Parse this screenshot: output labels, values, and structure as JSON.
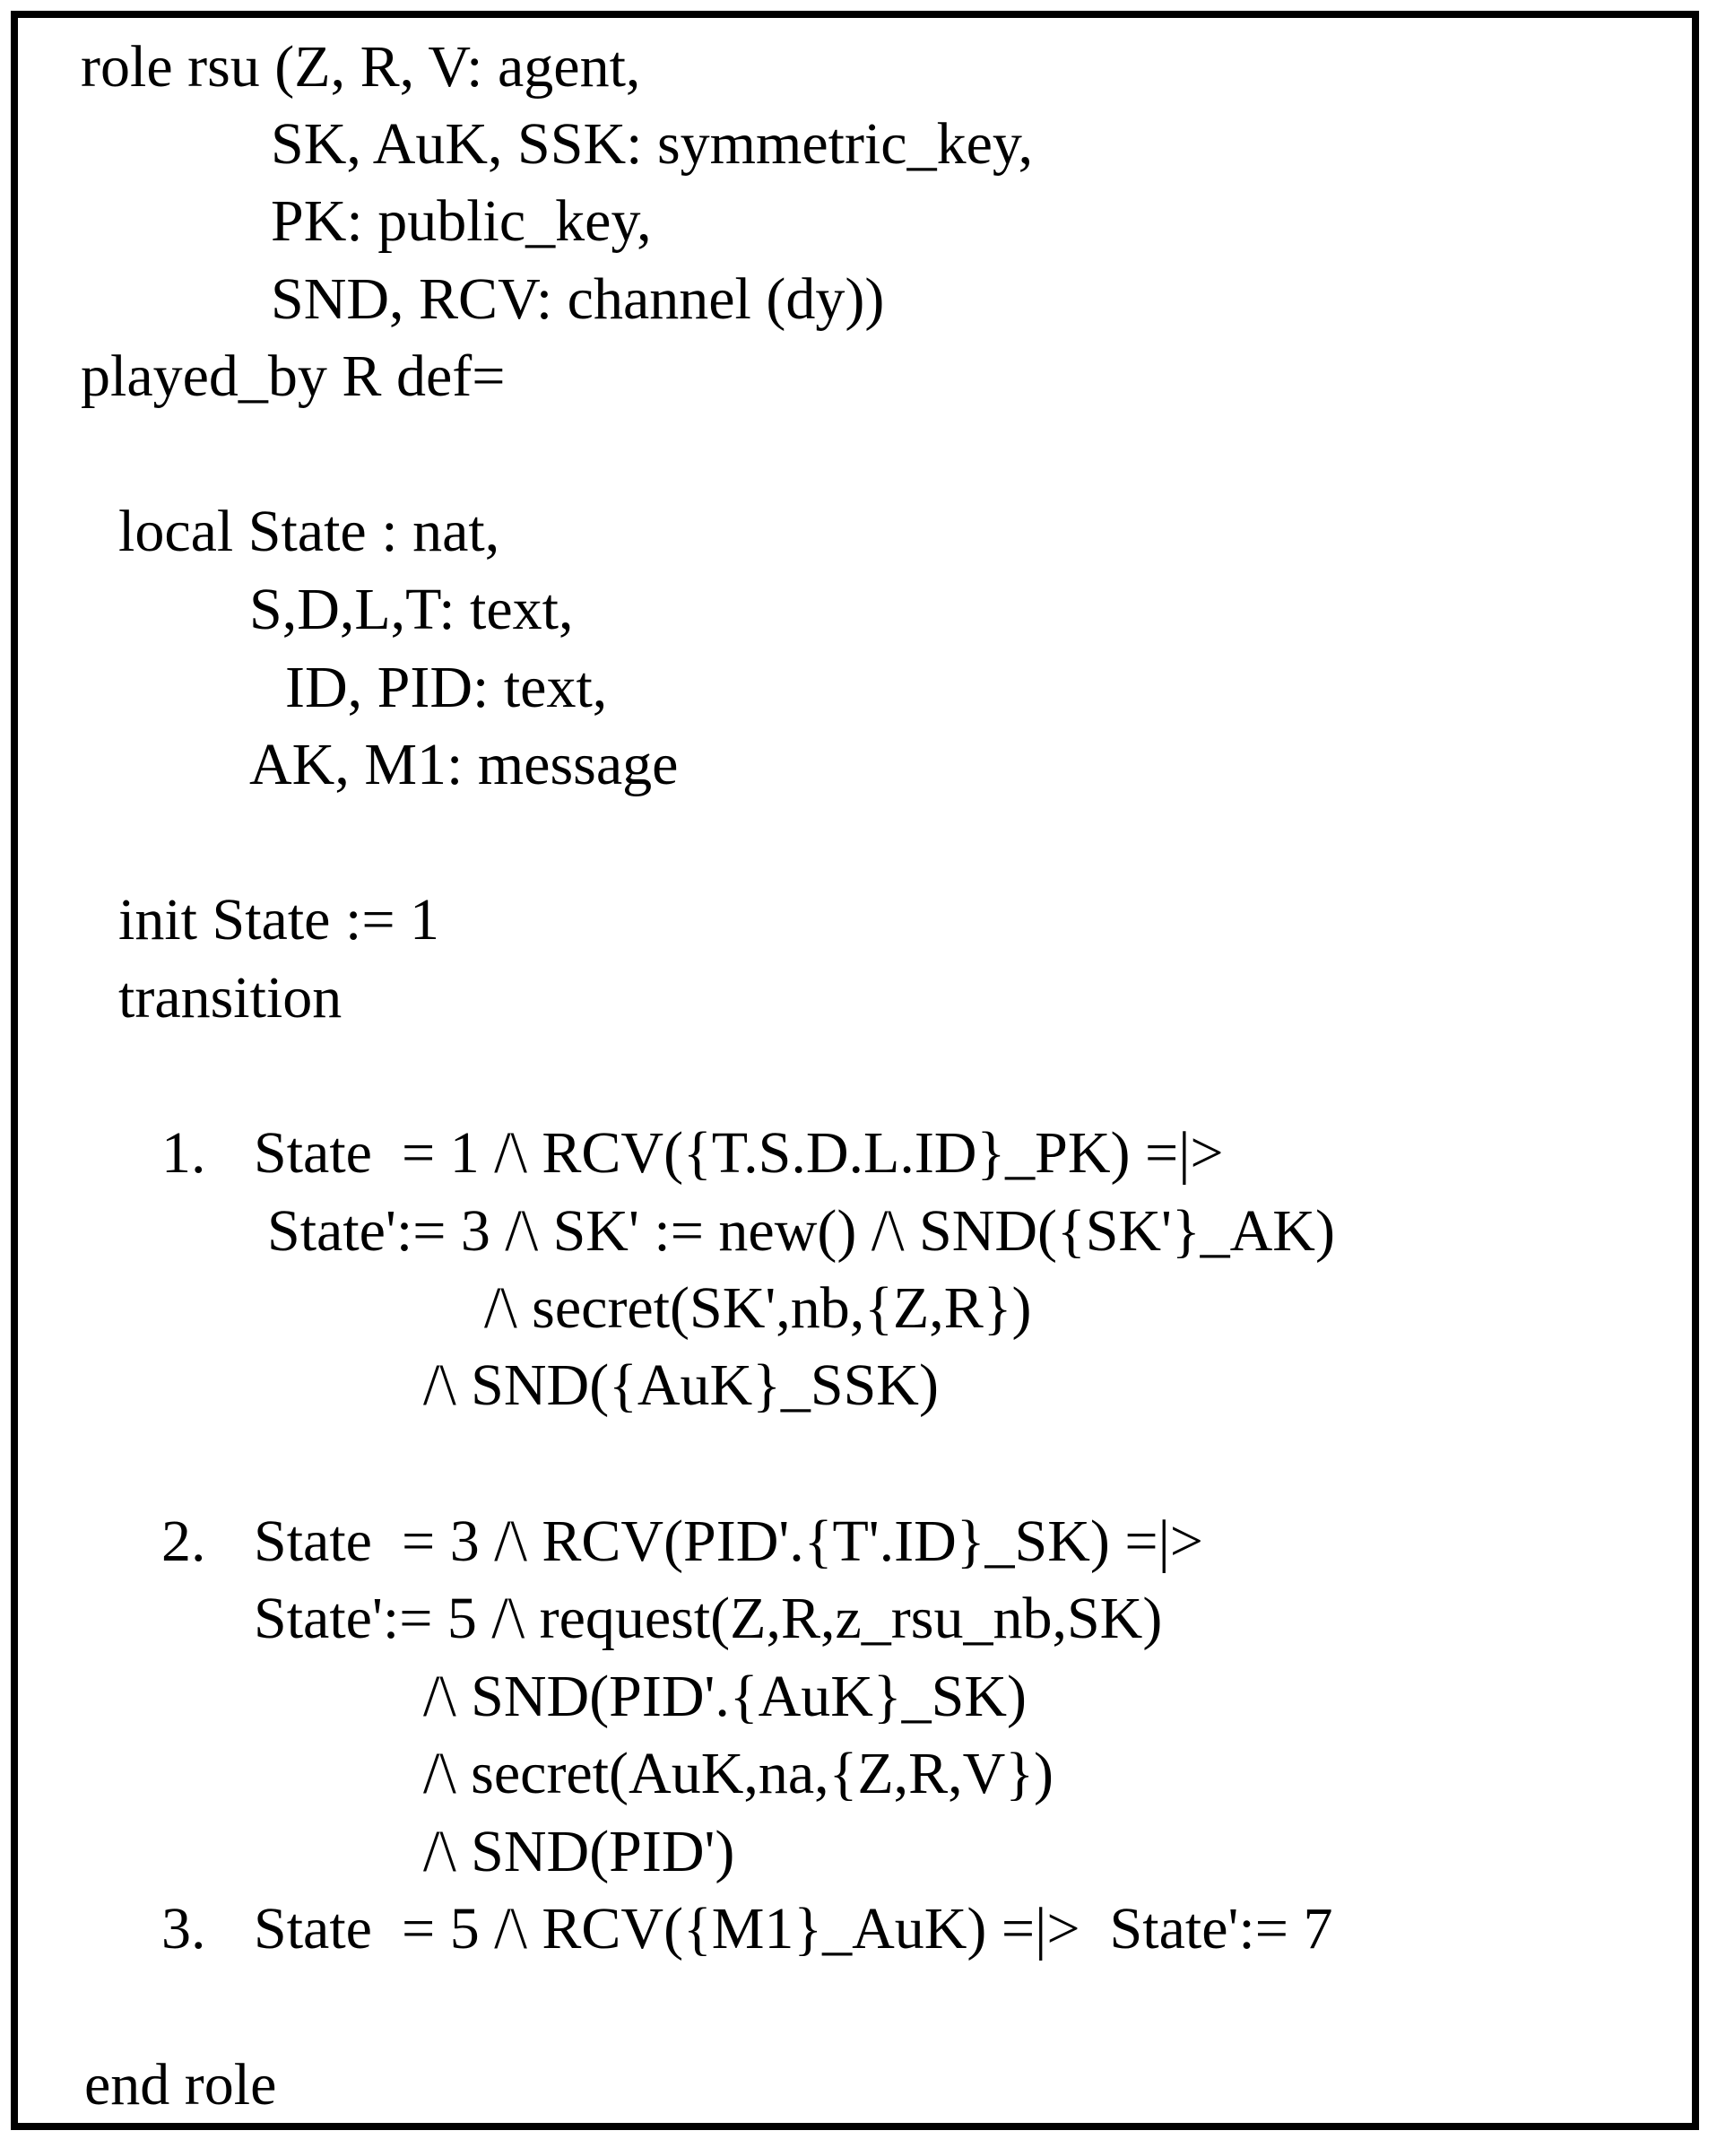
{
  "code": {
    "header": [
      "role rsu (Z, R, V: agent,",
      "SK, AuK, SSK: symmetric_key,",
      "PK: public_key,",
      "SND, RCV: channel (dy))",
      "played_by R def="
    ],
    "locals": [
      "local State : nat,",
      "S,D,L,T: text,",
      "ID, PID: text,",
      "AK, M1: message"
    ],
    "init": [
      "init State := 1",
      "transition"
    ],
    "transitions": [
      {
        "number": "1.",
        "lines": [
          "State  = 1 /\\ RCV({T.S.D.L.ID}_PK) =|>",
          "State':= 3 /\\ SK' := new() /\\ SND({SK'}_AK)",
          "/\\ secret(SK',nb,{Z,R})",
          "/\\ SND({AuK}_SSK)"
        ]
      },
      {
        "number": "2.",
        "lines": [
          "State  = 3 /\\ RCV(PID'.{T'.ID}_SK) =|>",
          "State':= 5 /\\ request(Z,R,z_rsu_nb,SK)",
          "/\\ SND(PID'.{AuK}_SK)",
          "/\\ secret(AuK,na,{Z,R,V})",
          "/\\ SND(PID')"
        ]
      },
      {
        "number": "3.",
        "lines": [
          "State  = 5 /\\ RCV({M1}_AuK) =|>  State':= 7"
        ]
      }
    ],
    "footer": "end role"
  }
}
